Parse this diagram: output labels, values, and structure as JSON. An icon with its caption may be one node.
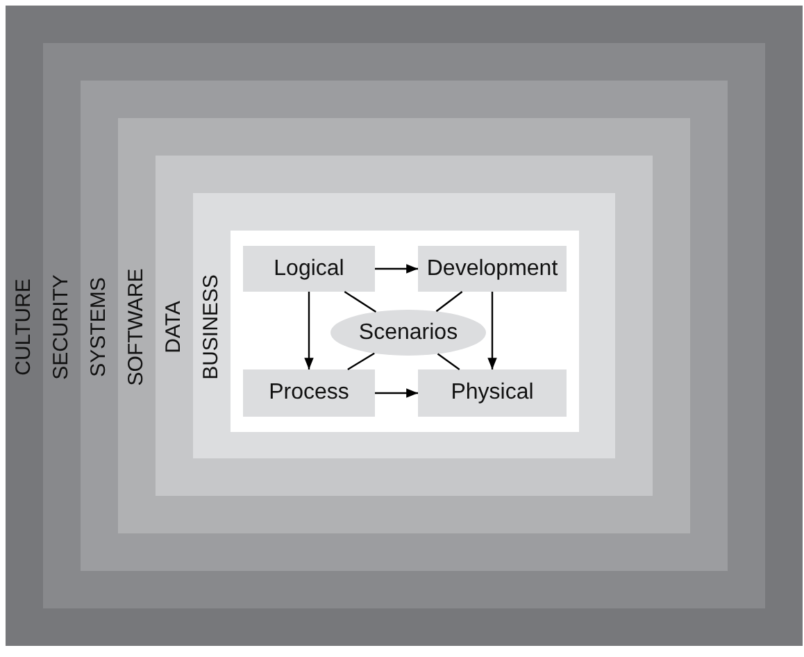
{
  "diagram": {
    "nodes": [
      {
        "text": [
          "CULTURE"
        ]
      },
      {
        "text": [
          "SECURITY"
        ],
        "in": 0
      },
      {
        "text": [
          "SYSTEMS"
        ],
        "in": 1
      },
      {
        "text": [
          "SOFTWARE"
        ],
        "in": 2
      },
      {
        "text": [
          "DATA"
        ],
        "in": 3
      },
      {
        "text": [
          "BUSINESS"
        ],
        "in": 4
      },
      {
        "text": [],
        "shape": "box",
        "in": 5
      },
      {
        "text": [
          "Logical"
        ],
        "in": 6
      },
      {
        "text": [
          "Development"
        ],
        "in": 6
      },
      {
        "text": [
          "Scenarios"
        ],
        "in": 6
      },
      {
        "text": [
          "Process"
        ],
        "in": 6
      },
      {
        "text": [
          "Physical"
        ],
        "in": 6
      }
    ],
    "edges": [
      {
        "from": 7,
        "to": 8,
        "arrow": "to"
      },
      {
        "from": 7,
        "to": 10,
        "arrow": "to"
      },
      {
        "from": 8,
        "to": 11,
        "arrow": "to"
      },
      {
        "from": 10,
        "to": 11,
        "arrow": "to"
      },
      {
        "from": 9,
        "to": 7,
        "arrow": "none"
      },
      {
        "from": 9,
        "to": 8,
        "arrow": "none"
      },
      {
        "from": 9,
        "to": 10,
        "arrow": "none"
      },
      {
        "from": 9,
        "to": 11,
        "arrow": "none"
      }
    ]
  }
}
